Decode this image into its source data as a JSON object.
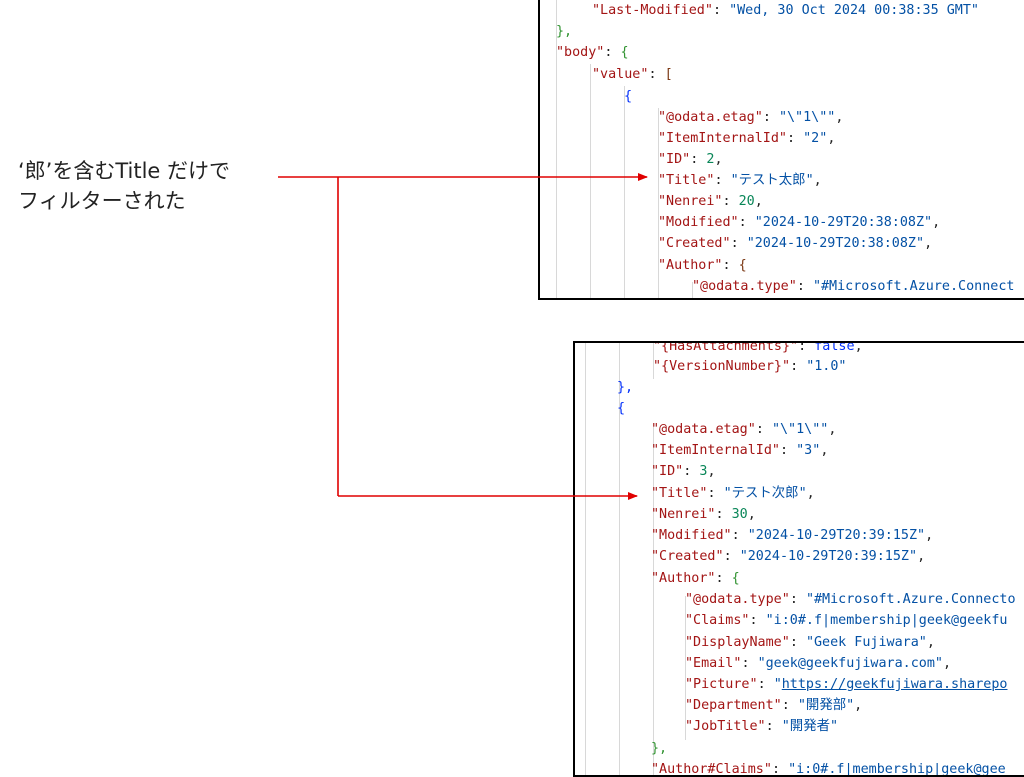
{
  "annotation": {
    "line1": "‘郎’を含むTitle だけで",
    "line2": "フィルターされた"
  },
  "panel1": {
    "last_modified_key": "\"Last-Modified\"",
    "last_modified_value": "\"Wed, 30 Oct 2024 00:38:35 GMT\"",
    "close_headers": "},",
    "body_key": "\"body\"",
    "value_key": "\"value\"",
    "open_brace": "{",
    "etag_key": "\"@odata.etag\"",
    "etag_value": "\"\\\"1\\\"\"",
    "internal_id_key": "\"ItemInternalId\"",
    "internal_id_value": "\"2\"",
    "id_key": "\"ID\"",
    "id_value": "2",
    "title_key": "\"Title\"",
    "title_value": "\"テスト太郎\"",
    "nenrei_key": "\"Nenrei\"",
    "nenrei_value": "20",
    "modified_key": "\"Modified\"",
    "modified_value": "\"2024-10-29T20:38:08Z\"",
    "created_key": "\"Created\"",
    "created_value": "\"2024-10-29T20:38:08Z\"",
    "author_key": "\"Author\"",
    "odata_type_key": "\"@odata.type\"",
    "odata_type_value": "\"#Microsoft.Azure.Connect"
  },
  "panel2": {
    "has_attachments_key": "\"{HasAttachments}\"",
    "has_attachments_value": "false",
    "version_key": "\"{VersionNumber}\"",
    "version_value": "\"1.0\"",
    "close_item": "},",
    "open_brace": "{",
    "etag_key": "\"@odata.etag\"",
    "etag_value": "\"\\\"1\\\"\"",
    "internal_id_key": "\"ItemInternalId\"",
    "internal_id_value": "\"3\"",
    "id_key": "\"ID\"",
    "id_value": "3",
    "title_key": "\"Title\"",
    "title_value": "\"テスト次郎\"",
    "nenrei_key": "\"Nenrei\"",
    "nenrei_value": "30",
    "modified_key": "\"Modified\"",
    "modified_value": "\"2024-10-29T20:39:15Z\"",
    "created_key": "\"Created\"",
    "created_value": "\"2024-10-29T20:39:15Z\"",
    "author_key": "\"Author\"",
    "odata_type_key": "\"@odata.type\"",
    "odata_type_value": "\"#Microsoft.Azure.Connecto",
    "claims_key": "\"Claims\"",
    "claims_value": "\"i:0#.f|membership|geek@geekfu",
    "display_name_key": "\"DisplayName\"",
    "display_name_value": "\"Geek Fujiwara\"",
    "email_key": "\"Email\"",
    "email_value": "\"geek@geekfujiwara.com\"",
    "picture_key": "\"Picture\"",
    "picture_quote": "\"",
    "picture_link": "https://geekfujiwara.sharepo",
    "department_key": "\"Department\"",
    "department_value": "\"開発部\"",
    "job_title_key": "\"JobTitle\"",
    "job_title_value": "\"開発者\"",
    "close_author": "},",
    "author_claims_key": "\"Author#Claims\"",
    "author_claims_value": "\"i:0#.f|membership|geek@gee"
  },
  "colors": {
    "arrow": "#e00000",
    "key": "#a31515",
    "string": "#0451a5",
    "number": "#098658"
  }
}
